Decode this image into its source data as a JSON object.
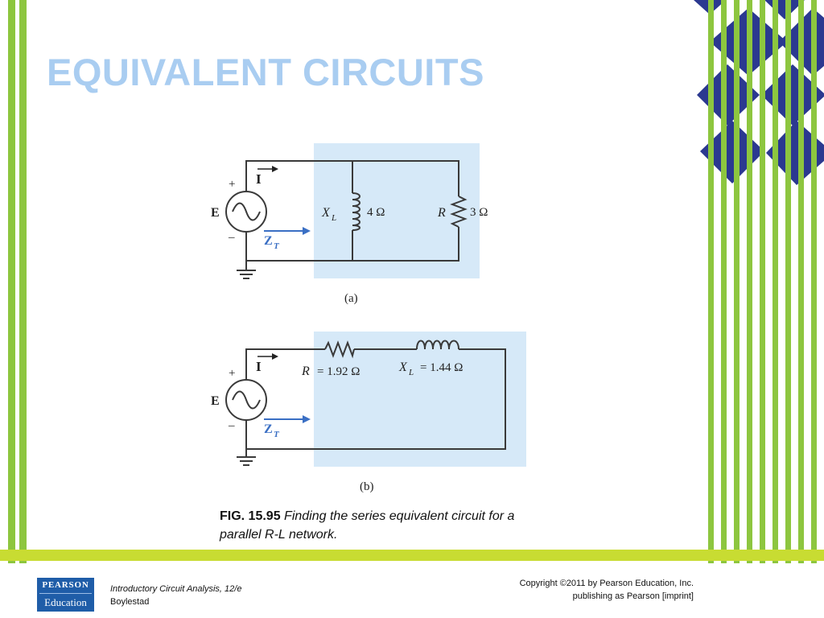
{
  "slide": {
    "title": "EQUIVALENT CIRCUITS"
  },
  "figure": {
    "a": {
      "current": "I",
      "source_label": "E",
      "plus": "+",
      "minus": "–",
      "xl_symbol": "X",
      "xl_sub": "L",
      "xl_value": "4 Ω",
      "r_symbol": "R",
      "r_value": "3 Ω",
      "zt": "Z",
      "zt_sub": "T",
      "caption": "(a)"
    },
    "b": {
      "current": "I",
      "source_label": "E",
      "plus": "+",
      "minus": "–",
      "r_symbol": "R",
      "r_value": "= 1.92 Ω",
      "xl_symbol": "X",
      "xl_sub": "L",
      "xl_value": "= 1.44 Ω",
      "zt": "Z",
      "zt_sub": "T",
      "caption": "(b)"
    },
    "caption_number": "FIG. 15.95",
    "caption_text": "Finding the series equivalent circuit for a parallel R-L network."
  },
  "footer": {
    "logo_top": "PEARSON",
    "logo_bottom": "Education",
    "book_title": "Introductory Circuit Analysis, 12/e",
    "author": "Boylestad",
    "copyright_line1": "Copyright ©2011 by Pearson Education, Inc.",
    "copyright_line2": "publishing as Pearson [imprint]"
  },
  "colors": {
    "title": "#a9cdf1",
    "green_bar": "#8dc63f",
    "yellow_bar": "#c8dc32",
    "diamond": "#2b3990",
    "shade": "#d6e9f8",
    "logo": "#1f5da8"
  }
}
